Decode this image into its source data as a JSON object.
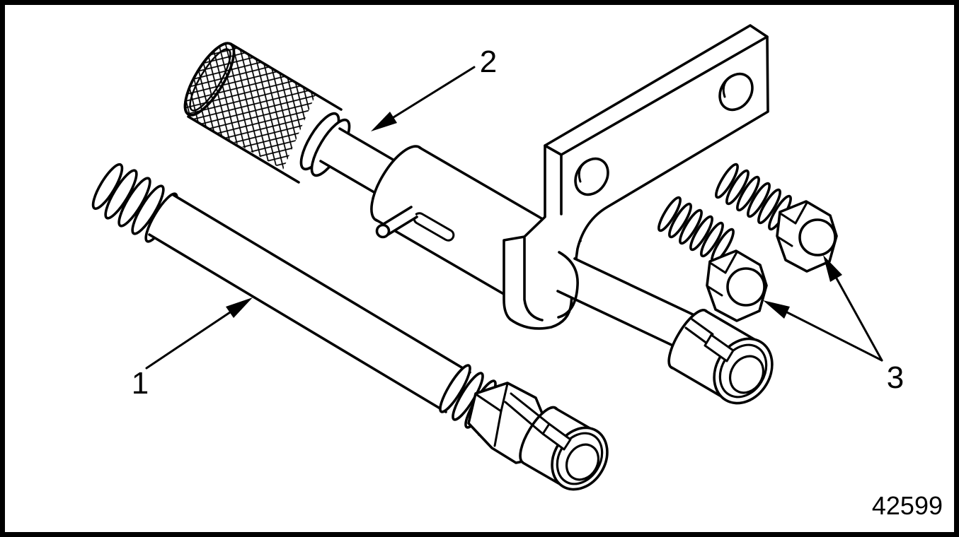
{
  "figure": {
    "number": "42599",
    "callouts": [
      {
        "label": "1"
      },
      {
        "label": "2"
      },
      {
        "label": "3"
      }
    ]
  },
  "colors": {
    "line": "#000000",
    "background": "#ffffff"
  }
}
